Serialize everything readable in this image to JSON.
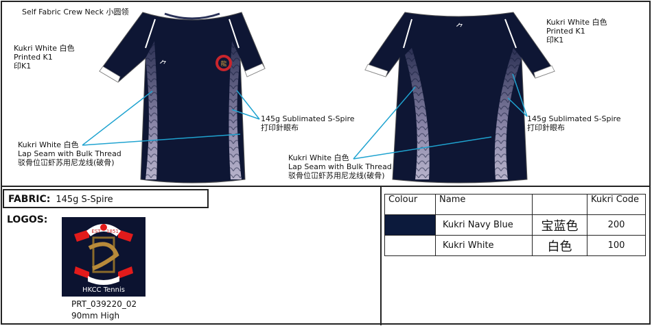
{
  "front": {
    "neck_label": "Self Fabric Crew Neck  小圆领",
    "print_label": [
      "Kukri White  白色",
      "Printed K1",
      "印K1"
    ],
    "fabric_label": [
      "145g Sublimated S-Spire",
      "打印針眼布"
    ],
    "seam_label": [
      "Kukri White  白色",
      "Lap Seam with Bulk Thread",
      "驳骨位冚虾苏用尼龙线(破骨)"
    ]
  },
  "back": {
    "print_label": [
      "Kukri White  白色",
      "Printed K1",
      "印K1"
    ],
    "fabric_label": [
      "145g Sublimated S-Spire",
      "打印針眼布"
    ],
    "seam_label": [
      "Kukri White  白色",
      "Lap Seam with Bulk Thread",
      "驳骨位冚虾苏用尼龙线(破骨)"
    ]
  },
  "fabric": {
    "label": "FABRIC:",
    "value": "145g S-Spire"
  },
  "logos": {
    "label": "LOGOS:",
    "logo_text": [
      "EST",
      "1851",
      "HKCC Tennis"
    ],
    "code": "PRT_039220_02",
    "size": "90mm High"
  },
  "colours": {
    "headers": [
      "Colour",
      "Name",
      "",
      "Kukri Code"
    ],
    "rows": [
      {
        "swatch": "#0c1a3c",
        "name": "Kukri Navy Blue",
        "chinese": "宝蓝色",
        "code": "200"
      },
      {
        "swatch": "#ffffff",
        "name": "Kukri White",
        "chinese": "白色",
        "code": "100"
      }
    ]
  },
  "colors": {
    "navy": "#0e1634",
    "callout": "#1fa3d0"
  }
}
